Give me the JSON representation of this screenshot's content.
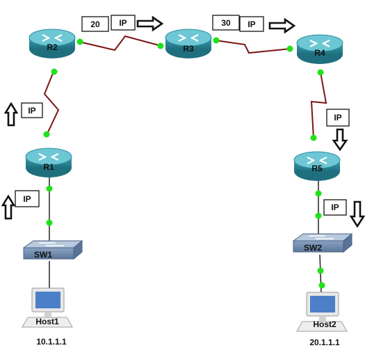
{
  "routers": [
    {
      "id": "r2",
      "label": "R2"
    },
    {
      "id": "r3",
      "label": "R3"
    },
    {
      "id": "r4",
      "label": "R4"
    },
    {
      "id": "r1",
      "label": "R1"
    },
    {
      "id": "r5",
      "label": "R5"
    }
  ],
  "switches": [
    {
      "id": "sw1",
      "label": "SW1"
    },
    {
      "id": "sw2",
      "label": "SW2"
    }
  ],
  "hosts": [
    {
      "id": "host1",
      "label": "Host1",
      "address": "10.1.1.1"
    },
    {
      "id": "host2",
      "label": "Host2",
      "address": "20.1.1.1"
    }
  ],
  "packet_labels": {
    "label_20": "20",
    "label_30": "30",
    "ip": "IP"
  },
  "colors": {
    "router_body": "#2f8fa0",
    "router_top": "#6ec7d4",
    "link_serial": "#7a1414",
    "link_ethernet": "#222222",
    "port_dot": "#22e01a",
    "switch_body": "#7a93b5"
  }
}
